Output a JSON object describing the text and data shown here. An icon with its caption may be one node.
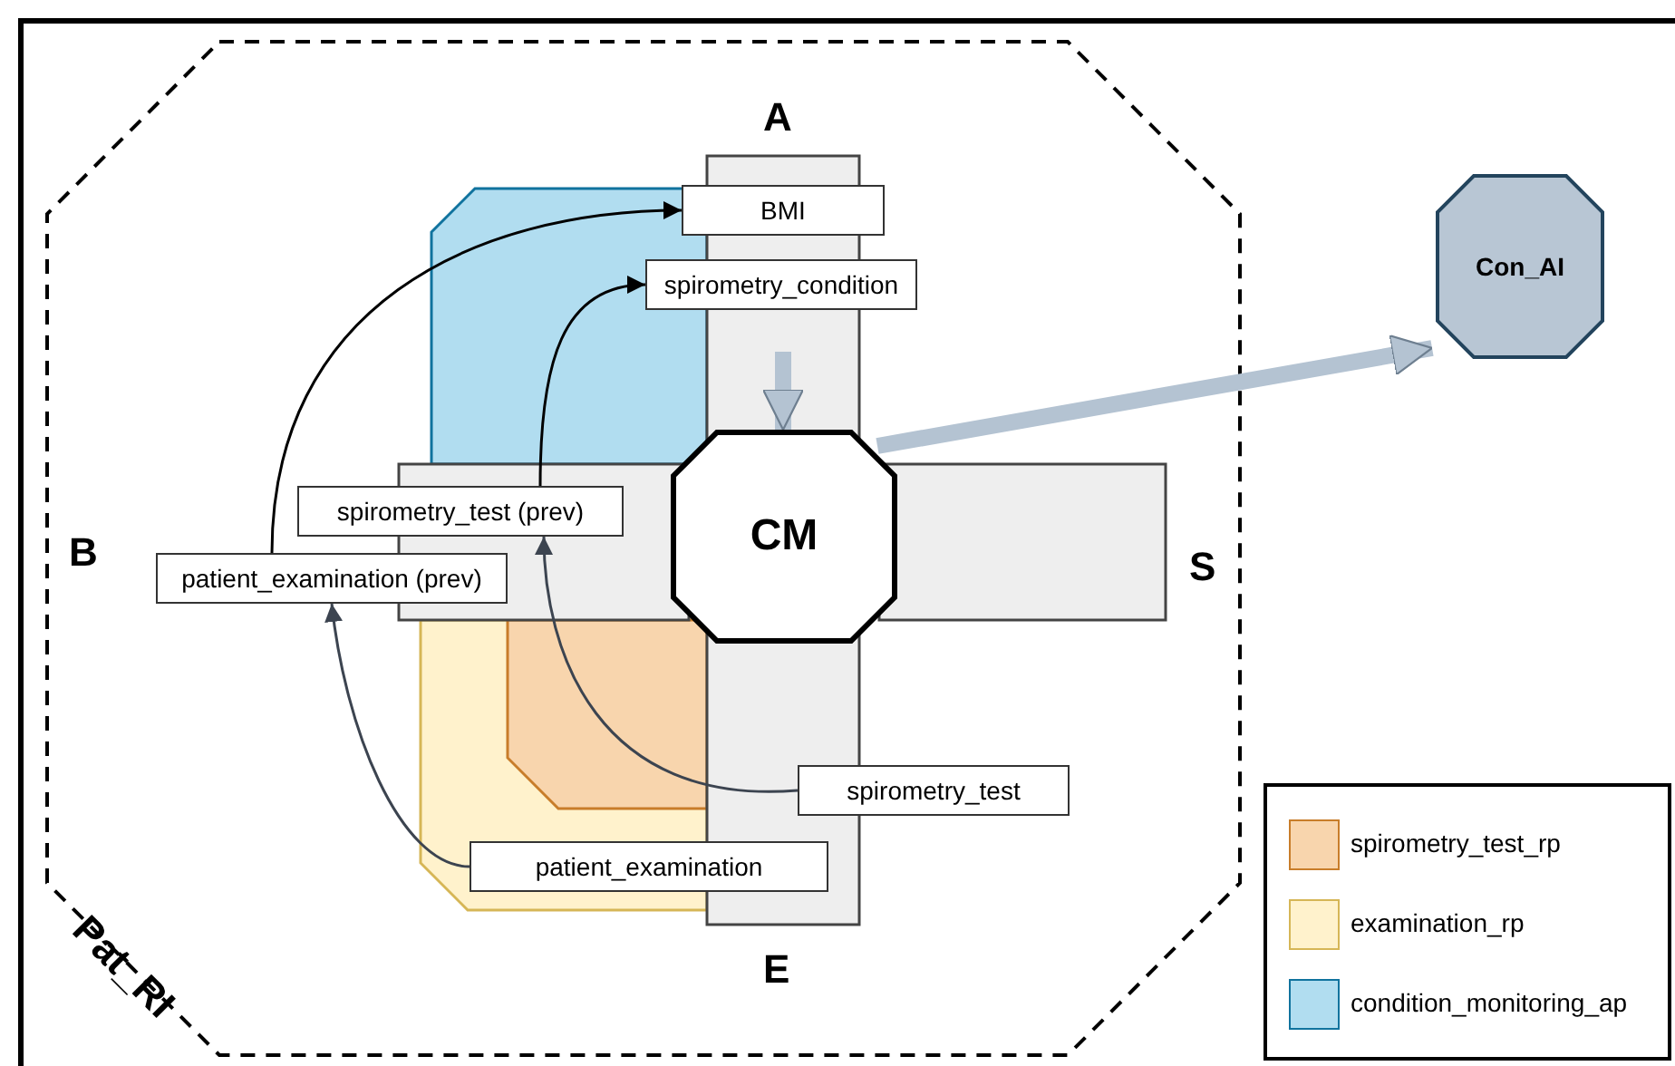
{
  "diagram": {
    "nodes": [
      {
        "text": [
          "Pat_RI"
        ]
      },
      {
        "text": [
          "CM"
        ],
        "in": 0
      },
      {
        "text": [
          "Con_AI"
        ]
      },
      {
        "text": [
          "BMI"
        ],
        "in": 0
      },
      {
        "text": [
          "spirometry_condition"
        ],
        "in": 0
      },
      {
        "text": [
          "spirometry_test (prev)"
        ],
        "in": 0
      },
      {
        "text": [
          "patient_examination (prev)"
        ],
        "in": 0
      },
      {
        "text": [
          "spirometry_test"
        ],
        "in": 0
      },
      {
        "text": [
          "patient_examination"
        ],
        "in": 0
      }
    ],
    "edges": [
      {
        "from": null,
        "to": 1,
        "arrow": "to",
        "style": "thick",
        "color": "#b4c3d2"
      },
      {
        "from": 1,
        "to": 2,
        "arrow": "to",
        "style": "thick",
        "color": "#b4c3d2"
      },
      {
        "from": 6,
        "to": 3,
        "arrow": "to",
        "color": "#000000"
      },
      {
        "from": 5,
        "to": 4,
        "arrow": "to",
        "color": "#000000"
      },
      {
        "from": 7,
        "to": 5,
        "arrow": "to",
        "color": "#3c4450"
      },
      {
        "from": 8,
        "to": 6,
        "arrow": "to",
        "color": "#3c4450"
      }
    ],
    "labels": [
      "A",
      "B",
      "S",
      "E"
    ],
    "legend": [
      {
        "text": "spirometry_test_rp",
        "color": "#f8d5ad"
      },
      {
        "text": "examination_rp",
        "color": "#fff2cc"
      },
      {
        "text": "condition_monitoring_ap",
        "color": "#b1ddf0"
      }
    ]
  }
}
